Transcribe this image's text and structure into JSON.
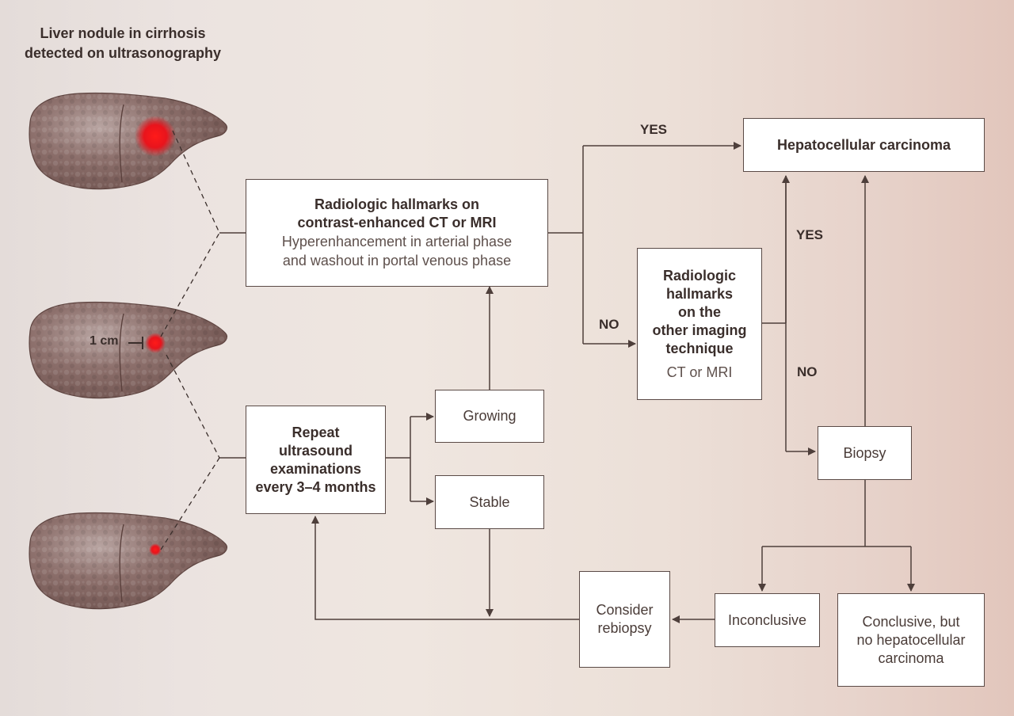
{
  "title": "Liver nodule in cirrhosis detected on ultrasonography",
  "scale_label": "1 cm",
  "nodes": {
    "radiologic_ct_mri": {
      "heading_line1": "Radiologic hallmarks on",
      "heading_line2": "contrast-enhanced CT or MRI",
      "detail_line1": "Hyperenhancement in arterial phase",
      "detail_line2": "and washout in portal venous phase"
    },
    "hcc": {
      "label": "Hepatocellular carcinoma"
    },
    "other_imaging": {
      "line1": "Radiologic",
      "line2": "hallmarks",
      "line3": "on the",
      "line4": "other imaging",
      "line5": "technique",
      "detail": "CT or MRI"
    },
    "repeat_us": {
      "line1": "Repeat",
      "line2": "ultrasound",
      "line3": "examinations",
      "line4": "every 3–4 months"
    },
    "growing": {
      "label": "Growing"
    },
    "stable": {
      "label": "Stable"
    },
    "biopsy": {
      "label": "Biopsy"
    },
    "consider_rebiopsy": {
      "line1": "Consider",
      "line2": "rebiopsy"
    },
    "inconclusive": {
      "label": "Inconclusive"
    },
    "conclusive_no_hcc": {
      "line1": "Conclusive, but",
      "line2": "no hepatocellular",
      "line3": "carcinoma"
    }
  },
  "edge_labels": {
    "yes_top": "YES",
    "no_left": "NO",
    "yes_right": "YES",
    "no_right": "NO"
  },
  "colors": {
    "nodule": "#e8141c",
    "liver": "#8a6a66",
    "line": "#4e3f3b"
  }
}
